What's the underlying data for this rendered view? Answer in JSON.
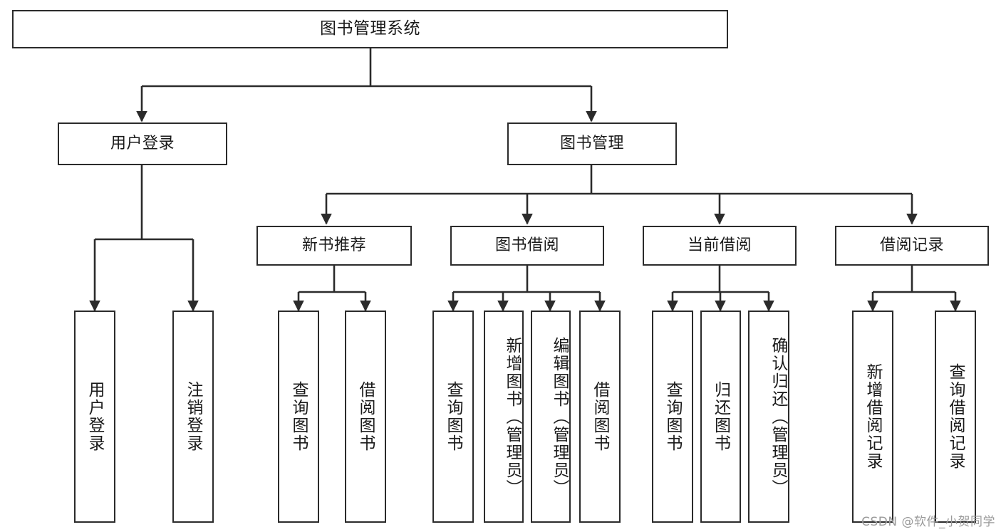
{
  "diagram": {
    "title": "图书管理系统",
    "type": "tree",
    "orientation": "top-down",
    "line_color": "#2b2b2b",
    "box_fill": "#ffffff",
    "text_color": "#1a1a1a"
  },
  "nodes": {
    "root": {
      "label": "图书管理系统"
    },
    "level1": [
      {
        "label": "用户登录"
      },
      {
        "label": "图书管理"
      }
    ],
    "level2": [
      {
        "label": "新书推荐"
      },
      {
        "label": "图书借阅"
      },
      {
        "label": "当前借阅"
      },
      {
        "label": "借阅记录"
      }
    ],
    "leaves": {
      "user_login": [
        {
          "label": "用户登录"
        },
        {
          "label": "注销登录"
        }
      ],
      "new_book_recommend": [
        {
          "label": "查询图书"
        },
        {
          "label": "借阅图书"
        }
      ],
      "book_borrow": [
        {
          "label": "查询图书"
        },
        {
          "label": "新增图书（管理员）"
        },
        {
          "label": "编辑图书（管理员）"
        },
        {
          "label": "借阅图书"
        }
      ],
      "current_borrow": [
        {
          "label": "查询图书"
        },
        {
          "label": "归还图书"
        },
        {
          "label": "确认归还（管理员）"
        }
      ],
      "borrow_record": [
        {
          "label": "新增借阅记录"
        },
        {
          "label": "查询借阅记录"
        }
      ]
    }
  },
  "watermark": {
    "text": "CSDN @软件_小贺同学",
    "color": "#9a9a9a"
  }
}
